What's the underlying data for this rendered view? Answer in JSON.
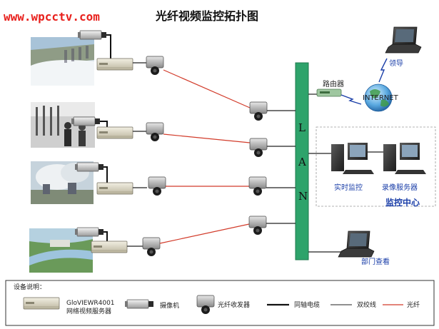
{
  "header": {
    "site_url": "www.wpcctv.com",
    "title": "光纤视频监控拓扑图"
  },
  "lan": {
    "letters": [
      "L",
      "A",
      "N"
    ]
  },
  "network": {
    "router_label": "路由器",
    "internet_label": "INTERNET",
    "leader_label": "领导"
  },
  "center": {
    "realtime_label": "实时监控",
    "recording_label": "录像服务器",
    "title": "监控中心"
  },
  "dept_label": "部门查看",
  "legend": {
    "title": "设备说明：",
    "server_name": "GloVIEWR4001",
    "server_desc": "网络视频服务器",
    "camera": "摄像机",
    "transceiver": "光纤收发器",
    "coax": "同轴电缆",
    "twisted_pair": "双绞线",
    "fiber": "光纤"
  },
  "colors": {
    "fiber": "#d23b2a",
    "lan_bus": "#2ea36b",
    "url": "#e8201c",
    "center_text": "#1a3ea8"
  },
  "sites": [
    {
      "scene": "dam-spillway"
    },
    {
      "scene": "workers-at-gate"
    },
    {
      "scene": "steam-plant"
    },
    {
      "scene": "river-valley"
    }
  ]
}
